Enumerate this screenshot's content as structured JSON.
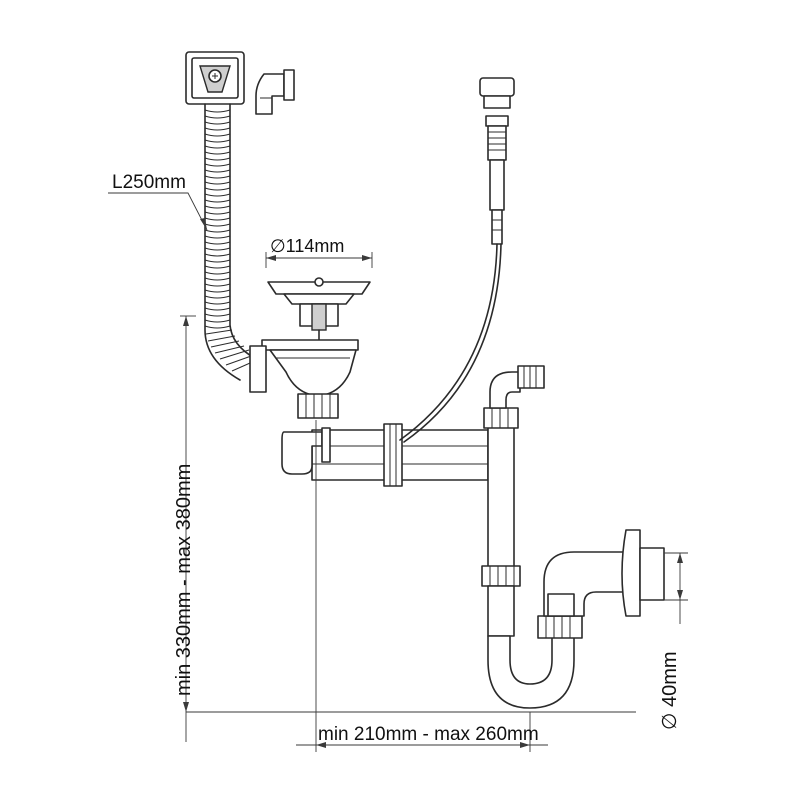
{
  "labels": {
    "hose_length": "L250mm",
    "strainer_diameter": "∅114mm",
    "height_range": "min 330mm - max 380mm",
    "horizontal_range": "min 210mm - max 260mm",
    "outlet_diameter": "∅ 40mm"
  }
}
